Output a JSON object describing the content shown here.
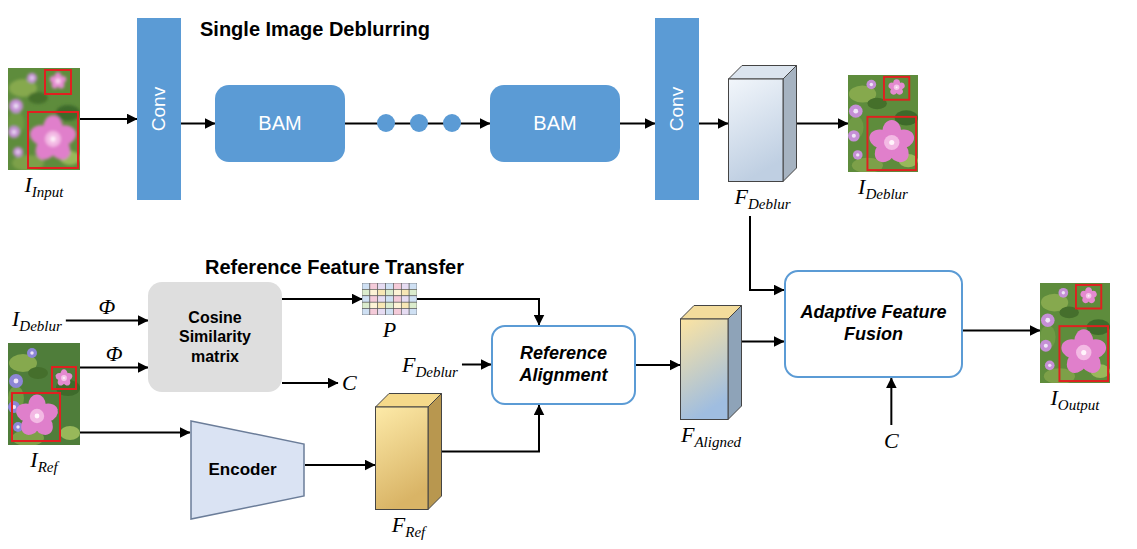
{
  "diagram": {
    "nodes": [
      {
        "text": [
          "Single Image Deblurring"
        ]
      },
      {
        "text": [
          "Conv"
        ],
        "in": 0
      },
      {
        "text": [
          "BAM"
        ],
        "in": 0
      },
      {
        "text": [
          "BAM"
        ],
        "in": 0
      },
      {
        "text": [
          "Conv"
        ],
        "in": 0
      },
      {
        "text": [
          "F",
          "Deblur"
        ],
        "in": 0
      },
      {
        "text": [
          "Reference Feature Transfer"
        ]
      },
      {
        "text": [
          "Cosine Similarity matrix"
        ],
        "in": 6
      },
      {
        "text": [
          "P"
        ],
        "in": 6
      },
      {
        "text": [
          "Encoder"
        ],
        "in": 6
      },
      {
        "text": [
          "F",
          "Ref"
        ],
        "in": 6
      },
      {
        "text": [
          "Reference Alignment"
        ],
        "in": 6
      },
      {
        "text": [
          "F",
          "Aligned"
        ],
        "in": 6
      },
      {
        "text": [
          "Adaptive Feature Fusion"
        ],
        "in": 6
      },
      {
        "text": [
          "I",
          "Input"
        ]
      },
      {
        "text": [
          "I",
          "Deblur"
        ],
        "in": 0
      },
      {
        "text": [
          "I",
          "Ref"
        ]
      },
      {
        "text": [
          "I",
          "Output"
        ]
      }
    ],
    "edges": [
      {
        "from": 14,
        "to": 1,
        "arrow": "to"
      },
      {
        "from": 1,
        "to": 2,
        "arrow": "to"
      },
      {
        "from": 2,
        "to": 3,
        "arrow": "to"
      },
      {
        "from": 3,
        "to": 4,
        "arrow": "to"
      },
      {
        "from": 4,
        "to": 5,
        "arrow": "to"
      },
      {
        "from": 5,
        "to": 15,
        "arrow": "to"
      },
      {
        "from": 5,
        "to": 13,
        "arrow": "to"
      },
      {
        "from": 16,
        "to": 7,
        "label": "Φ",
        "arrow": "to"
      },
      {
        "from": 7,
        "to": 8,
        "arrow": "to"
      },
      {
        "from": 8,
        "to": 11,
        "arrow": "to"
      },
      {
        "from": 16,
        "to": 9,
        "arrow": "to"
      },
      {
        "from": 9,
        "to": 10,
        "arrow": "to"
      },
      {
        "from": 10,
        "to": 11,
        "arrow": "to"
      },
      {
        "from": 11,
        "to": 12,
        "arrow": "to"
      },
      {
        "from": 12,
        "to": 13,
        "arrow": "to"
      },
      {
        "from": 13,
        "to": 17,
        "arrow": "to"
      }
    ],
    "labels": [
      "I",
      "Deblur",
      "Φ",
      "C",
      "F",
      "Deblur",
      "C"
    ]
  }
}
